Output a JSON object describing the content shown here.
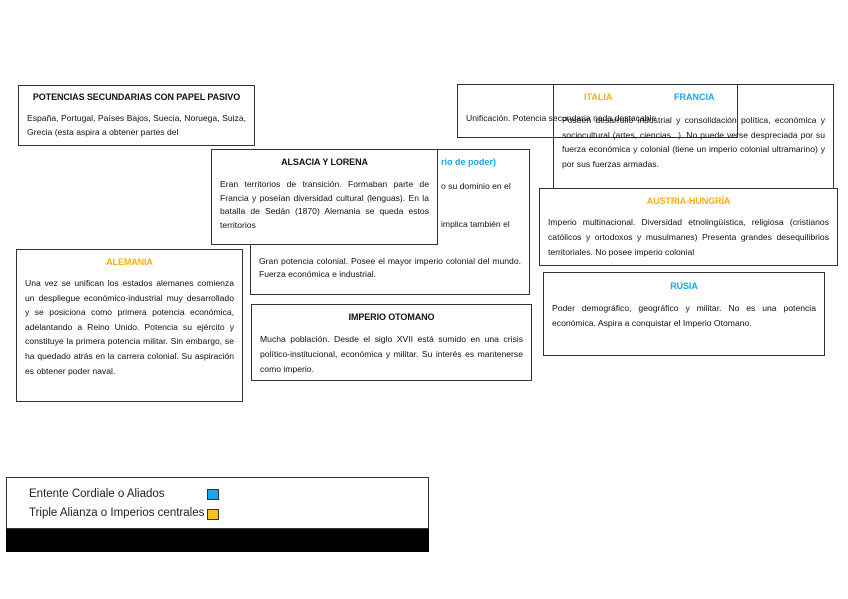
{
  "boxes": {
    "potencias_secundarias": {
      "title": "POTENCIAS SECUNDARIAS CON PAPEL PASIVO",
      "text": "España, Portugal, Países Bajos, Suecia, Noruega, Suiza, Grecia (esta aspira a obtener partes del"
    },
    "italia_back": {
      "text": "Unificación. Potencia secundaria nada destacable"
    },
    "italia_title": "ITALIA",
    "francia": {
      "title": "FRANCIA",
      "text": "Poseen desarrollo industrial y consolidación política, económica y sociocultural (artes, ciencias...). No puede verse despreciada por su fuerza económica y colonial (tiene un imperio colonial ultramarino) y por sus fuerzas armadas."
    },
    "reino_unido_partial": {
      "title_fragment": "rio de poder)",
      "line1": "o su dominio en el",
      "line2": "implica también el",
      "text": "Gran potencia colonial. Posee el mayor imperio colonial del mundo. Fuerza económica e industrial."
    },
    "alsacia_lorena": {
      "title": "ALSACIA Y LORENA",
      "text": "Eran territorios de transición. Formaban parte de Francia y poseían diversidad cultural (lenguas). En la batalla de Sedán (1870) Alemania se queda estos territorios"
    },
    "austria_hungria": {
      "title": "AUSTRIA-HUNGRÍA",
      "text": "Imperio multinacional. Diversidad etnolingüística, religiosa (cristianos católicos y ortodoxos y musulmanes) Presenta grandes desequilibrios territoriales. No posee imperio colonial"
    },
    "alemania": {
      "title": "ALEMANIA",
      "text": "Una vez se unifican los estados alemanes comienza un despliegue económico-industrial muy desarrollado y se posiciona como primera potencia económica, adelantando a Reino Unido. Potencia su ejército y constituye la primera potencia militar. Sin embargo, se ha quedado atrás en la carrera colonial. Su aspiración es obtener poder naval."
    },
    "rusia": {
      "title": "RUSIA",
      "text": "Poder demográfico, geográfico y militar. No es una potencia económica. Aspira a conquistar el Imperio Otomano."
    },
    "imperio_otomano": {
      "title": "IMPERIO OTOMANO",
      "text": "Mucha población. Desde el siglo XVII está sumido en una crisis político-institucional, económica y militar. Su interés es mantenerse como imperio."
    }
  },
  "legend": {
    "items": [
      {
        "label": "Entente Cordiale o Aliados",
        "color": "#1aa6e8"
      },
      {
        "label": "Triple Alianza o Imperios centrales",
        "color": "#f6c021"
      }
    ]
  },
  "colors": {
    "entente": "#1aa6e8",
    "triple_alianza": "#f6ae16"
  }
}
